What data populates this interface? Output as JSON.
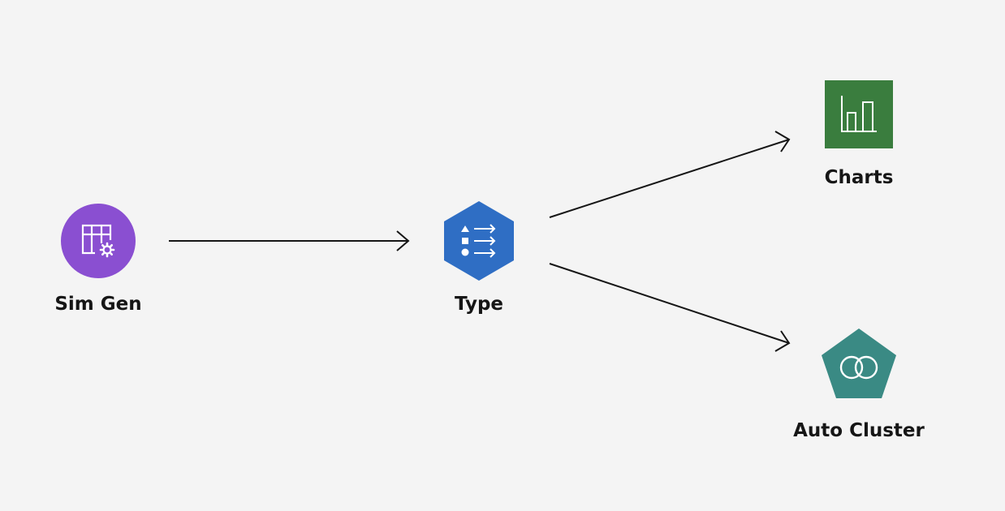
{
  "nodes": {
    "sim_gen": {
      "label": "Sim Gen",
      "color": "#8a4fd1",
      "icon": "table-gear-icon"
    },
    "type": {
      "label": "Type",
      "color": "#2f6ec4",
      "icon": "list-arrows-icon"
    },
    "charts": {
      "label": "Charts",
      "color": "#3a7d3e",
      "icon": "bar-chart-icon"
    },
    "auto_cluster": {
      "label": "Auto Cluster",
      "color": "#3a8a84",
      "icon": "overlapping-circles-icon"
    }
  },
  "edges": [
    {
      "from": "Sim Gen",
      "to": "Type"
    },
    {
      "from": "Type",
      "to": "Charts"
    },
    {
      "from": "Type",
      "to": "Auto Cluster"
    }
  ],
  "line_color": "#161616",
  "icon_color": "#ffffff"
}
